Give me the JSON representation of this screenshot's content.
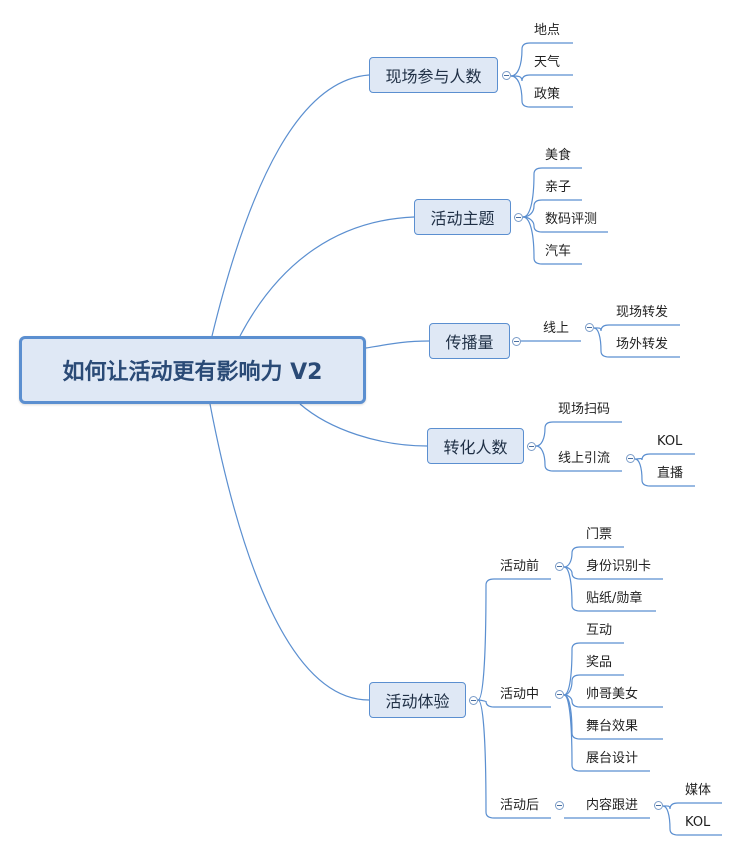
{
  "root": {
    "label": "如何让活动更有影响力 V2"
  },
  "branches": {
    "attendance": {
      "label": "现场参与人数",
      "children": [
        "地点",
        "天气",
        "政策"
      ]
    },
    "theme": {
      "label": "活动主题",
      "children": [
        "美食",
        "亲子",
        "数码评测",
        "汽车"
      ]
    },
    "spread": {
      "label": "传播量",
      "online": {
        "label": "线上",
        "children": [
          "现场转发",
          "场外转发"
        ]
      }
    },
    "conversion": {
      "label": "转化人数",
      "scan": "现场扫码",
      "online_traffic": {
        "label": "线上引流",
        "children": [
          "KOL",
          "直播"
        ]
      }
    },
    "experience": {
      "label": "活动体验",
      "before": {
        "label": "活动前",
        "children": [
          "门票",
          "身份识别卡",
          "贴纸/勋章"
        ]
      },
      "during": {
        "label": "活动中",
        "children": [
          "互动",
          "奖品",
          "帅哥美女",
          "舞台效果",
          "展台设计"
        ]
      },
      "after": {
        "label": "活动后",
        "followup": {
          "label": "内容跟进",
          "children": [
            "媒体",
            "KOL"
          ]
        }
      }
    }
  },
  "colors": {
    "line": "#5b8fd0",
    "node_fill": "#dfe8f5",
    "node_border": "#5b8fd0"
  }
}
